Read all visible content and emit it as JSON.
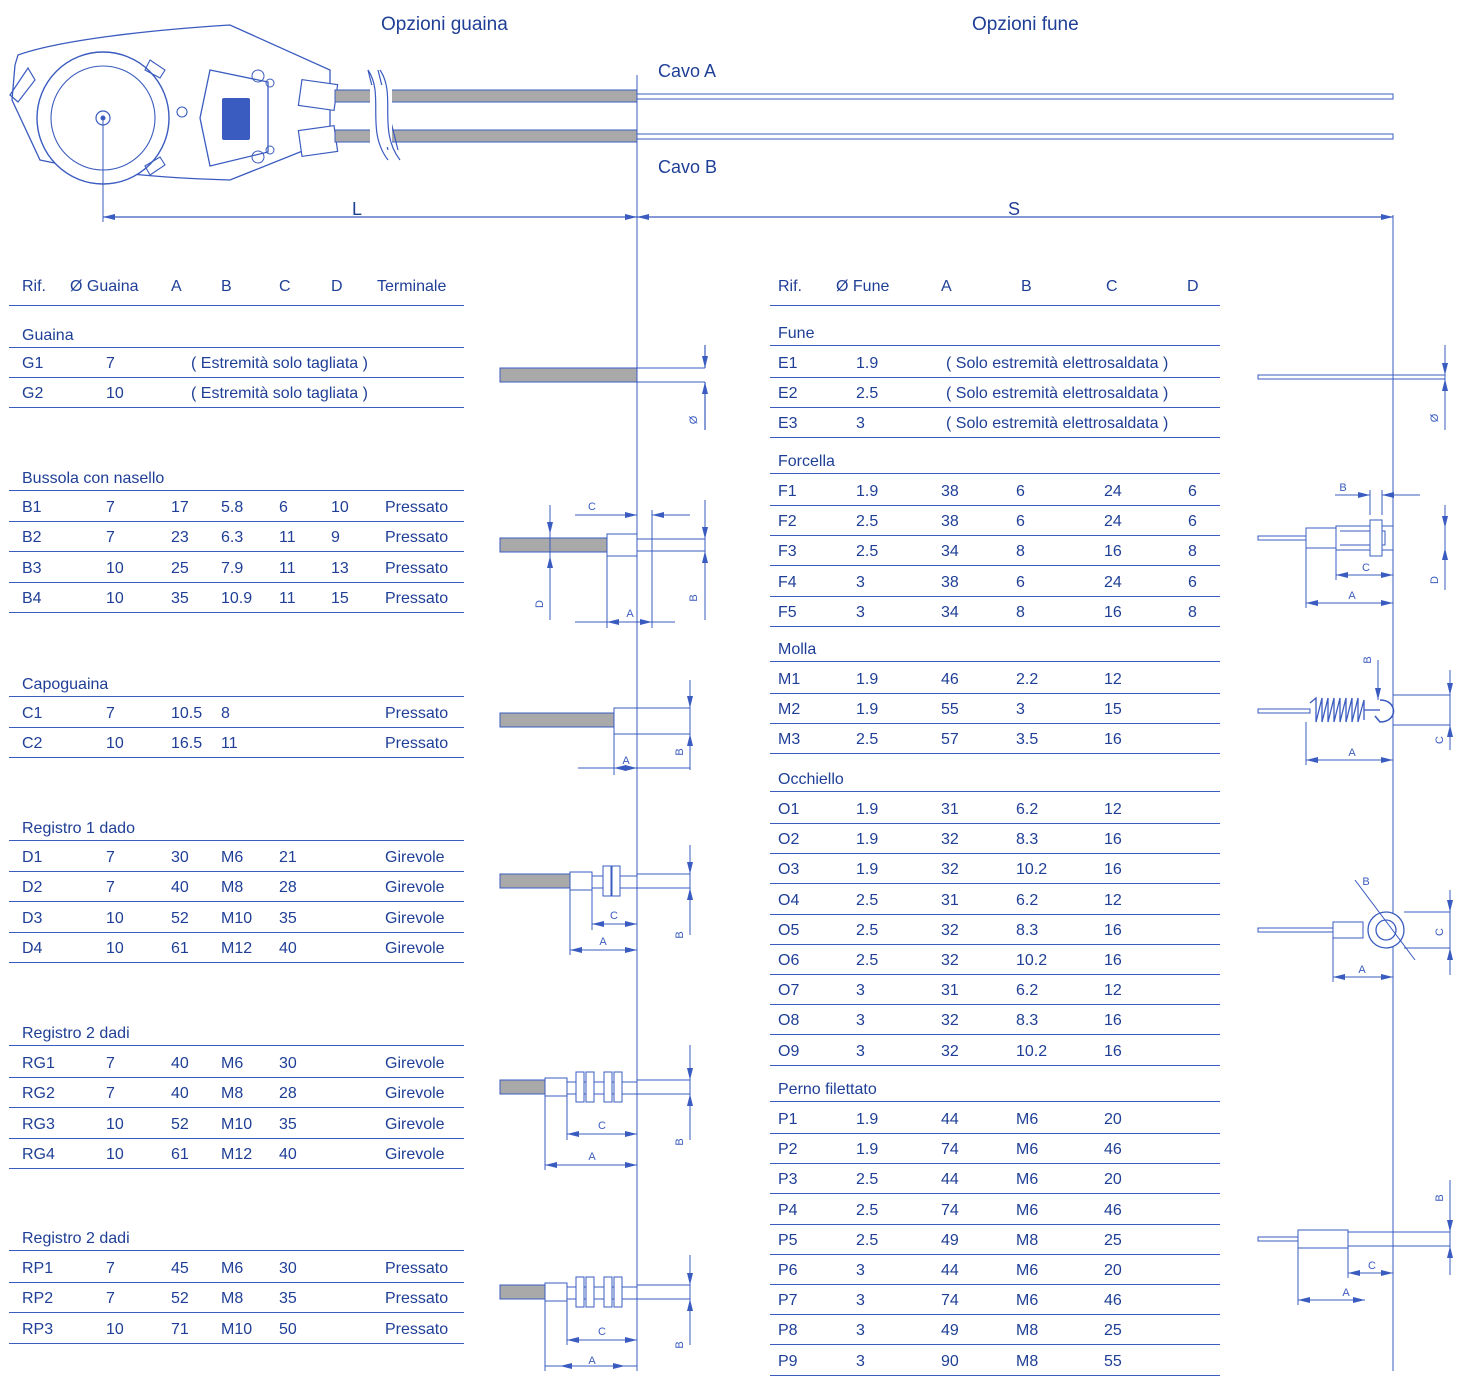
{
  "headings": {
    "sheath_options": "Opzioni guaina",
    "cable_options": "Opzioni fune",
    "cable_a": "Cavo  A",
    "cable_b": "Cavo  B",
    "length_l": "L",
    "length_s": "S"
  },
  "left_table": {
    "columns": [
      "Rif.",
      "Ø Guaina",
      "A",
      "B",
      "C",
      "D",
      "Terminale"
    ],
    "groups": [
      {
        "title": "Guaina",
        "rows": [
          {
            "ref": "G1",
            "dia": "7",
            "note": "( Estremità solo tagliata )"
          },
          {
            "ref": "G2",
            "dia": "10",
            "note": "( Estremità solo tagliata )"
          }
        ]
      },
      {
        "title": "Bussola con nasello",
        "rows": [
          {
            "ref": "B1",
            "dia": "7",
            "a": "17",
            "b": "5.8",
            "c": "6",
            "d": "10",
            "term": "Pressato"
          },
          {
            "ref": "B2",
            "dia": "7",
            "a": "23",
            "b": "6.3",
            "c": "11",
            "d": "9",
            "term": "Pressato"
          },
          {
            "ref": "B3",
            "dia": "10",
            "a": "25",
            "b": "7.9",
            "c": "11",
            "d": "13",
            "term": "Pressato"
          },
          {
            "ref": "B4",
            "dia": "10",
            "a": "35",
            "b": "10.9",
            "c": "11",
            "d": "15",
            "term": "Pressato"
          }
        ]
      },
      {
        "title": "Capoguaina",
        "rows": [
          {
            "ref": "C1",
            "dia": "7",
            "a": "10.5",
            "b": "8",
            "term": "Pressato"
          },
          {
            "ref": "C2",
            "dia": "10",
            "a": "16.5",
            "b": "11",
            "term": "Pressato"
          }
        ]
      },
      {
        "title": "Registro 1 dado",
        "rows": [
          {
            "ref": "D1",
            "dia": "7",
            "a": "30",
            "b": "M6",
            "c": "21",
            "term": "Girevole"
          },
          {
            "ref": "D2",
            "dia": "7",
            "a": "40",
            "b": "M8",
            "c": "28",
            "term": "Girevole"
          },
          {
            "ref": "D3",
            "dia": "10",
            "a": "52",
            "b": "M10",
            "c": "35",
            "term": "Girevole"
          },
          {
            "ref": "D4",
            "dia": "10",
            "a": "61",
            "b": "M12",
            "c": "40",
            "term": "Girevole"
          }
        ]
      },
      {
        "title": "Registro 2 dadi",
        "rows": [
          {
            "ref": "RG1",
            "dia": "7",
            "a": "40",
            "b": "M6",
            "c": "30",
            "term": "Girevole"
          },
          {
            "ref": "RG2",
            "dia": "7",
            "a": "40",
            "b": "M8",
            "c": "28",
            "term": "Girevole"
          },
          {
            "ref": "RG3",
            "dia": "10",
            "a": "52",
            "b": "M10",
            "c": "35",
            "term": "Girevole"
          },
          {
            "ref": "RG4",
            "dia": "10",
            "a": "61",
            "b": "M12",
            "c": "40",
            "term": "Girevole"
          }
        ]
      },
      {
        "title": "Registro 2 dadi",
        "rows": [
          {
            "ref": "RP1",
            "dia": "7",
            "a": "45",
            "b": "M6",
            "c": "30",
            "term": "Pressato"
          },
          {
            "ref": "RP2",
            "dia": "7",
            "a": "52",
            "b": "M8",
            "c": "35",
            "term": "Pressato"
          },
          {
            "ref": "RP3",
            "dia": "10",
            "a": "71",
            "b": "M10",
            "c": "50",
            "term": "Pressato"
          }
        ]
      }
    ]
  },
  "right_table": {
    "columns": [
      "Rif.",
      "Ø Fune",
      "A",
      "B",
      "C",
      "D"
    ],
    "groups": [
      {
        "title": "Fune",
        "rows": [
          {
            "ref": "E1",
            "dia": "1.9",
            "note": "( Solo estremità elettrosaldata )"
          },
          {
            "ref": "E2",
            "dia": "2.5",
            "note": "( Solo estremità elettrosaldata )"
          },
          {
            "ref": "E3",
            "dia": "3",
            "note": "( Solo estremità elettrosaldata )"
          }
        ]
      },
      {
        "title": "Forcella",
        "rows": [
          {
            "ref": "F1",
            "dia": "1.9",
            "a": "38",
            "b": "6",
            "c": "24",
            "d": "6"
          },
          {
            "ref": "F2",
            "dia": "2.5",
            "a": "38",
            "b": "6",
            "c": "24",
            "d": "6"
          },
          {
            "ref": "F3",
            "dia": "2.5",
            "a": "34",
            "b": "8",
            "c": "16",
            "d": "8"
          },
          {
            "ref": "F4",
            "dia": "3",
            "a": "38",
            "b": "6",
            "c": "24",
            "d": "6"
          },
          {
            "ref": "F5",
            "dia": "3",
            "a": "34",
            "b": "8",
            "c": "16",
            "d": "8"
          }
        ]
      },
      {
        "title": "Molla",
        "rows": [
          {
            "ref": "M1",
            "dia": "1.9",
            "a": "46",
            "b": "2.2",
            "c": "12"
          },
          {
            "ref": "M2",
            "dia": "1.9",
            "a": "55",
            "b": "3",
            "c": "15"
          },
          {
            "ref": "M3",
            "dia": "2.5",
            "a": "57",
            "b": "3.5",
            "c": "16"
          }
        ]
      },
      {
        "title": "Occhiello",
        "rows": [
          {
            "ref": "O1",
            "dia": "1.9",
            "a": "31",
            "b": "6.2",
            "c": "12"
          },
          {
            "ref": "O2",
            "dia": "1.9",
            "a": "32",
            "b": "8.3",
            "c": "16"
          },
          {
            "ref": "O3",
            "dia": "1.9",
            "a": "32",
            "b": "10.2",
            "c": "16"
          },
          {
            "ref": "O4",
            "dia": "2.5",
            "a": "31",
            "b": "6.2",
            "c": "12"
          },
          {
            "ref": "O5",
            "dia": "2.5",
            "a": "32",
            "b": "8.3",
            "c": "16"
          },
          {
            "ref": "O6",
            "dia": "2.5",
            "a": "32",
            "b": "10.2",
            "c": "16"
          },
          {
            "ref": "O7",
            "dia": "3",
            "a": "31",
            "b": "6.2",
            "c": "12"
          },
          {
            "ref": "O8",
            "dia": "3",
            "a": "32",
            "b": "8.3",
            "c": "16"
          },
          {
            "ref": "O9",
            "dia": "3",
            "a": "32",
            "b": "10.2",
            "c": "16"
          }
        ]
      },
      {
        "title": "Perno filettato",
        "rows": [
          {
            "ref": "P1",
            "dia": "1.9",
            "a": "44",
            "b": "M6",
            "c": "20"
          },
          {
            "ref": "P2",
            "dia": "1.9",
            "a": "74",
            "b": "M6",
            "c": "46"
          },
          {
            "ref": "P3",
            "dia": "2.5",
            "a": "44",
            "b": "M6",
            "c": "20"
          },
          {
            "ref": "P4",
            "dia": "2.5",
            "a": "74",
            "b": "M6",
            "c": "46"
          },
          {
            "ref": "P5",
            "dia": "2.5",
            "a": "49",
            "b": "M8",
            "c": "25"
          },
          {
            "ref": "P6",
            "dia": "3",
            "a": "44",
            "b": "M6",
            "c": "20"
          },
          {
            "ref": "P7",
            "dia": "3",
            "a": "74",
            "b": "M6",
            "c": "46"
          },
          {
            "ref": "P8",
            "dia": "3",
            "a": "49",
            "b": "M8",
            "c": "25"
          },
          {
            "ref": "P9",
            "dia": "3",
            "a": "90",
            "b": "M8",
            "c": "55"
          }
        ]
      }
    ]
  },
  "dimension_letters": {
    "a": "A",
    "b": "B",
    "c": "C",
    "d": "D",
    "dia": "Ø"
  },
  "colors": {
    "ink": "#1f3f97",
    "sheath": "#a9a9a9",
    "line": "#3a5bbf"
  }
}
